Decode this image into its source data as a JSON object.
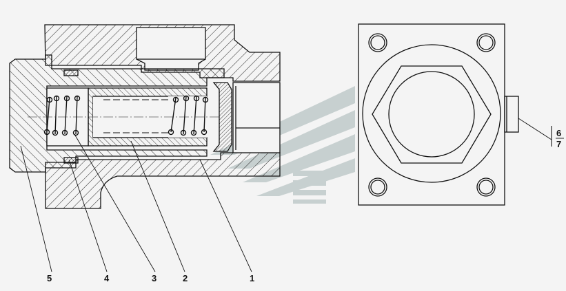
{
  "callouts": {
    "c1": "1",
    "c2": "2",
    "c3": "3",
    "c4": "4",
    "c5": "5",
    "c6": "6",
    "c7": "7"
  },
  "colors": {
    "line": "#111111",
    "hatch": "#222222",
    "background": "#f4f4f4",
    "watermark": "#b9c4c4"
  },
  "icons": {
    "watermark": "stylized-wing-watermark-logo"
  }
}
